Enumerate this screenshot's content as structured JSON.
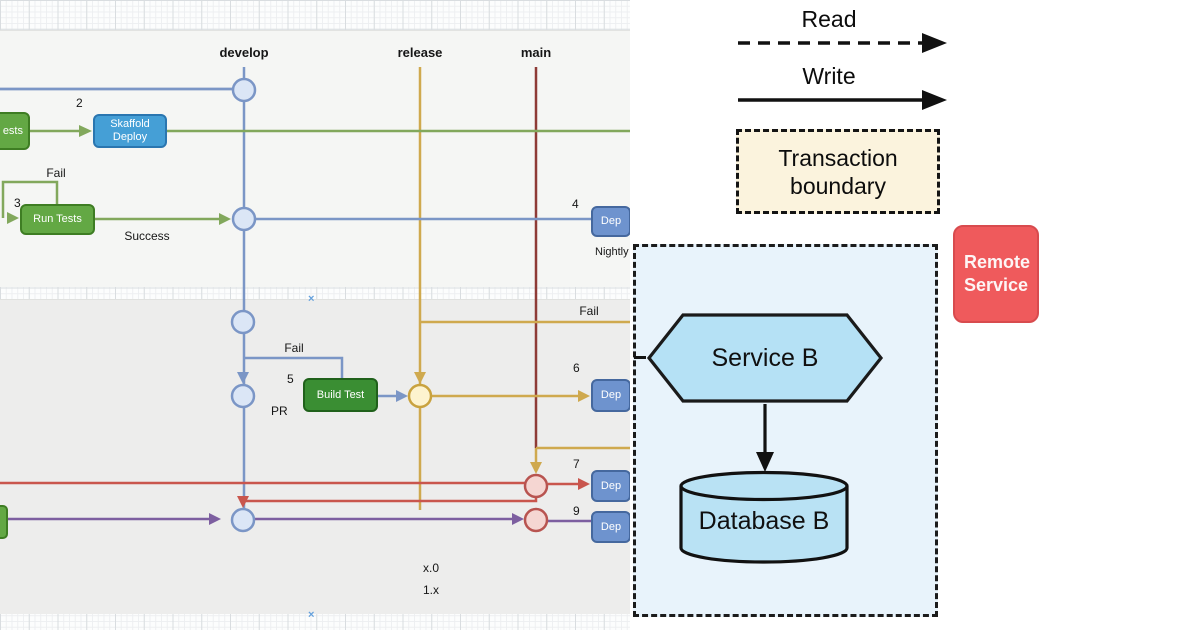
{
  "colors": {
    "develop_branch": "#7b96c6",
    "release_branch": "#cfa94e",
    "main_branch": "#8e3b36",
    "feature_red": "#c9564d",
    "feature_purple": "#7d5fa0",
    "flow_green": "#82a85c",
    "deploy_box_blue": "#6e93ce",
    "skaffold_blue": "#459fd6",
    "tests_green": "#63a844",
    "build_green": "#3a8e33",
    "commit_node_blue": "#dbe6f6",
    "release_node_yellow": "#fdf3cf",
    "hotfix_node_pink": "#f5d6d2",
    "service_fill": "#b5e1f5",
    "container_fill": "#e8f3fb",
    "transaction_fill": "#fbf3dd",
    "remote_red": "#ef5a5c"
  },
  "git_diagram": {
    "branch_labels": {
      "develop": "develop",
      "release": "release",
      "main": "main"
    },
    "commit_numbers": {
      "n2": "2",
      "n3": "3",
      "n4": "4",
      "n5": "5",
      "n6": "6",
      "n7": "7",
      "n9": "9"
    },
    "edge_labels": {
      "fail_retry": "Fail",
      "success": "Success",
      "nightly": "Nightly",
      "fail_release": "Fail",
      "fail_build": "Fail",
      "pr": "PR",
      "version_x0": "x.0",
      "version_1x": "1.x"
    },
    "boxes": {
      "tests_clipped": "ests",
      "skaffold_line1": "Skaffold",
      "skaffold_line2": "Deploy",
      "run_tests": "Run Tests",
      "build_test": "Build Test",
      "deploy": "Dep"
    },
    "close_mark": "×"
  },
  "legend": {
    "read": "Read",
    "write": "Write",
    "transaction_line1": "Transaction",
    "transaction_line2": "boundary"
  },
  "architecture": {
    "service": "Service B",
    "database": "Database B",
    "remote_line1": "Remote",
    "remote_line2": "Service"
  }
}
